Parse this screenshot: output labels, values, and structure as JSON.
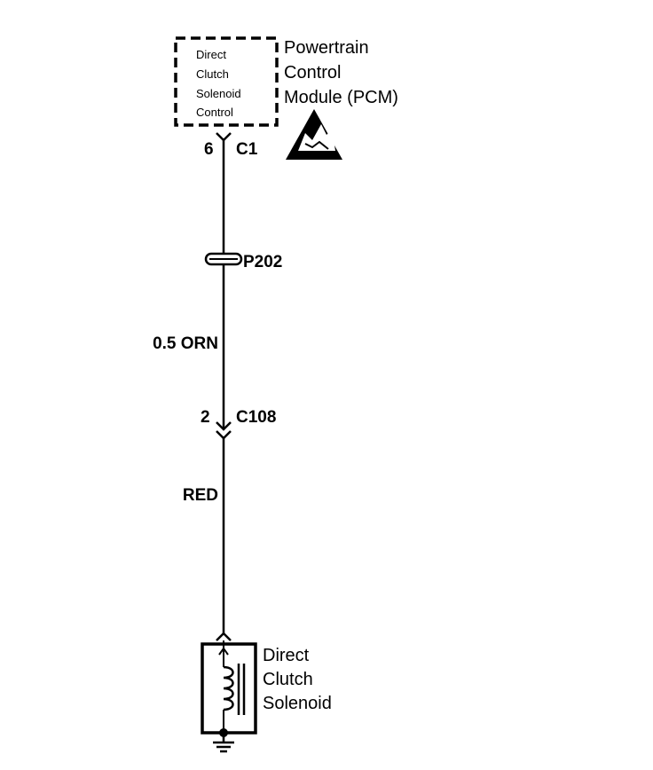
{
  "module": {
    "title_lines": [
      "Powertrain",
      "Control",
      "Module (PCM)"
    ],
    "inner_lines": [
      "Direct",
      "Clutch",
      "Solenoid",
      "Control"
    ],
    "esd_icon": "esd-warning-icon"
  },
  "connectors": {
    "c1": {
      "pin": "6",
      "name": "C1"
    },
    "p202": {
      "name": "P202"
    },
    "c108": {
      "pin": "2",
      "name": "C108"
    }
  },
  "wires": {
    "upper": {
      "label": "0.5 ORN"
    },
    "lower": {
      "label": "RED"
    }
  },
  "solenoid": {
    "label_lines": [
      "Direct",
      "Clutch",
      "Solenoid"
    ],
    "ground_icon": "ground-icon"
  },
  "colors": {
    "ink": "#000000",
    "paper": "#ffffff"
  }
}
